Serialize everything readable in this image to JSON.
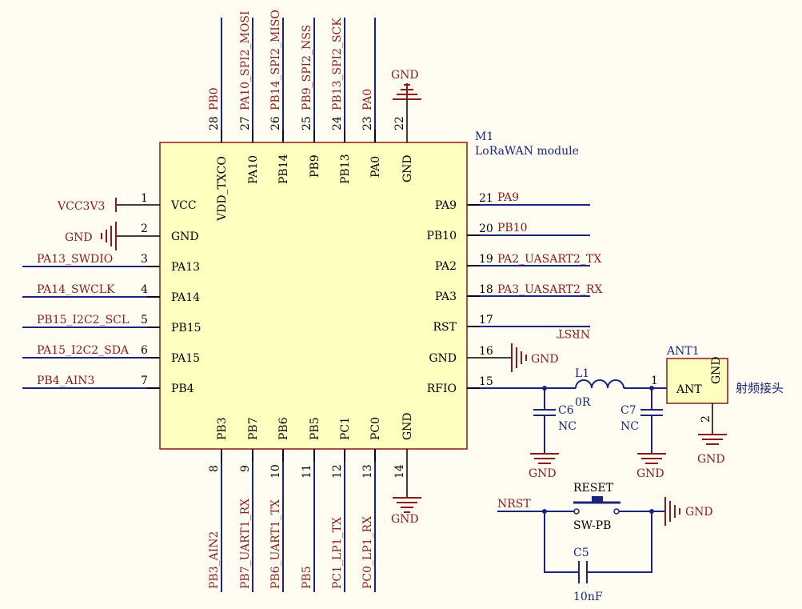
{
  "module": {
    "designator": "M1",
    "description": "LoRaWAN module"
  },
  "top_pins": [
    {
      "num": "28",
      "name": "VDD_TXCO",
      "net": "PB0"
    },
    {
      "num": "27",
      "name": "PA10",
      "net": "PA10_SPI2_MOSI"
    },
    {
      "num": "26",
      "name": "PB14",
      "net": "PB14_SPI2_MISO"
    },
    {
      "num": "25",
      "name": "PB9",
      "net": "PB9_SPI2_NSS"
    },
    {
      "num": "24",
      "name": "PB13",
      "net": "PB13_SPI2_SCK"
    },
    {
      "num": "23",
      "name": "PA0",
      "net": "PA0"
    },
    {
      "num": "22",
      "name": "GND",
      "net": "GND"
    }
  ],
  "left_pins": [
    {
      "num": "1",
      "name": "VCC",
      "net": "VCC3V3"
    },
    {
      "num": "2",
      "name": "GND",
      "net": "GND"
    },
    {
      "num": "3",
      "name": "PA13",
      "net": "PA13_SWDIO"
    },
    {
      "num": "4",
      "name": "PA14",
      "net": "PA14_SWCLK"
    },
    {
      "num": "5",
      "name": "PB15",
      "net": "PB15_I2C2_SCL"
    },
    {
      "num": "6",
      "name": "PA15",
      "net": "PA15_I2C2_SDA"
    },
    {
      "num": "7",
      "name": "PB4",
      "net": "PB4_AIN3"
    }
  ],
  "right_pins": [
    {
      "num": "21",
      "name": "PA9",
      "net": "PA9"
    },
    {
      "num": "20",
      "name": "PB10",
      "net": "PB10"
    },
    {
      "num": "19",
      "name": "PA2",
      "net": "PA2_UASART2_TX"
    },
    {
      "num": "18",
      "name": "PA3",
      "net": "PA3_UASART2_RX"
    },
    {
      "num": "17",
      "name": "RST",
      "net": "NRST"
    },
    {
      "num": "16",
      "name": "GND",
      "net": "GND"
    },
    {
      "num": "15",
      "name": "RFIO",
      "net": ""
    }
  ],
  "bottom_pins": [
    {
      "num": "8",
      "name": "PB3",
      "net": "PB3_AIN2"
    },
    {
      "num": "9",
      "name": "PB7",
      "net": "PB7_UART1_RX"
    },
    {
      "num": "10",
      "name": "PB6",
      "net": "PB6_UART1_TX"
    },
    {
      "num": "11",
      "name": "PB5",
      "net": "PB5"
    },
    {
      "num": "12",
      "name": "PC1",
      "net": "PC1_LP1_TX"
    },
    {
      "num": "13",
      "name": "PC0",
      "net": "PC0_LP1_RX"
    },
    {
      "num": "14",
      "name": "GND",
      "net": "GND"
    }
  ],
  "rf": {
    "l1": {
      "ref": "L1",
      "value": "0R"
    },
    "c6": {
      "ref": "C6",
      "value": "NC"
    },
    "c7": {
      "ref": "C7",
      "value": "NC"
    },
    "ant": {
      "ref": "ANT1",
      "pin1_name": "ANT",
      "pin2_name": "GND",
      "pin1": "1",
      "pin2": "2",
      "label": "射频接头"
    },
    "gnd": "GND"
  },
  "reset": {
    "net": "NRST",
    "switch_ref": "RESET",
    "switch_value": "SW-PB",
    "cap_ref": "C5",
    "cap_value": "10nF",
    "gnd": "GND"
  },
  "colors": {
    "wire": "#1a237e",
    "net": "#8b1a1a",
    "body": "#ffffc0",
    "background": "#fffdf2"
  }
}
